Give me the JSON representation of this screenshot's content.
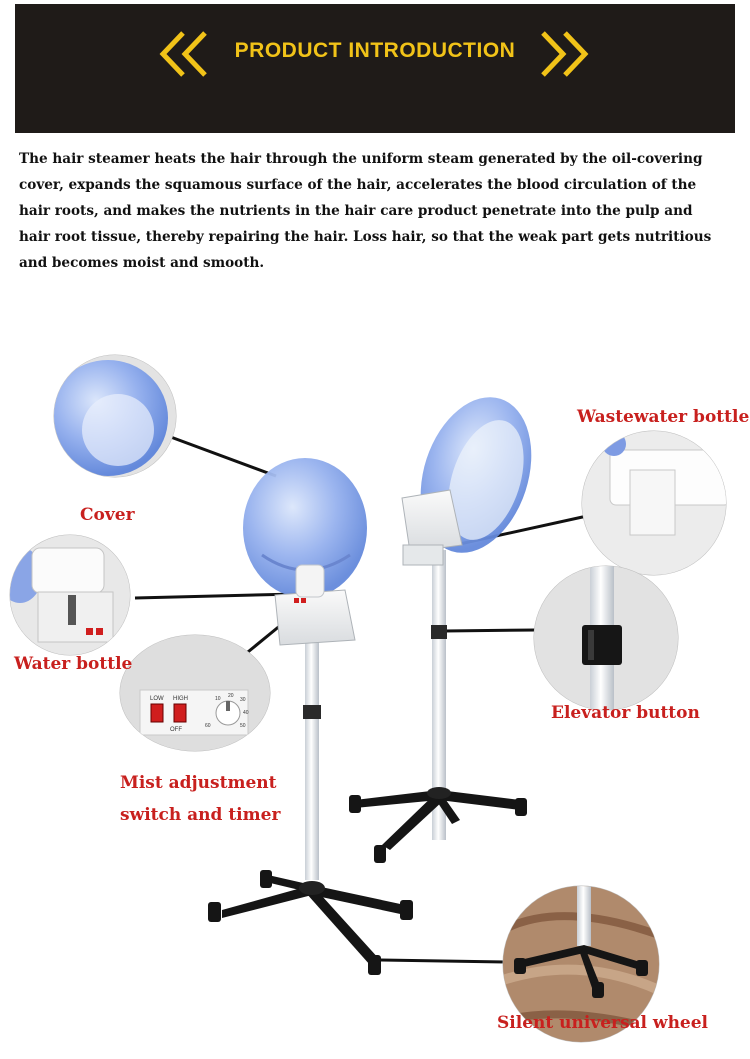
{
  "banner": {
    "title": "PRODUCT INTRODUCTION",
    "background_color": "#1f1b18",
    "accent_color": "#f1c318",
    "left_icon": "double-chevron-left-icon",
    "right_icon": "double-chevron-right-icon"
  },
  "intro_text": "The hair steamer heats the hair through the uniform steam generated by the oil-covering cover, expands the squamous surface of the hair, accelerates the blood circulation of the hair roots, and makes the nutrients in the hair care product penetrate into the pulp and hair root tissue, thereby repairing the hair. Loss hair, so that the weak part gets nutritious and becomes moist and smooth.",
  "labels": {
    "cover": "Cover",
    "wastewater_bottle": "Wastewater bottle",
    "water_bottle": "Water bottle",
    "elevator_button": "Elevator button",
    "mist_line1": "Mist adjustment",
    "mist_line2": "switch and timer",
    "wheel": "Silent universal wheel"
  },
  "panel": {
    "low": "LOW",
    "high": "HIGH",
    "off": "OFF",
    "timer_values": [
      "10",
      "20",
      "30",
      "40",
      "50",
      "60"
    ]
  },
  "label_color": "#c8201e"
}
